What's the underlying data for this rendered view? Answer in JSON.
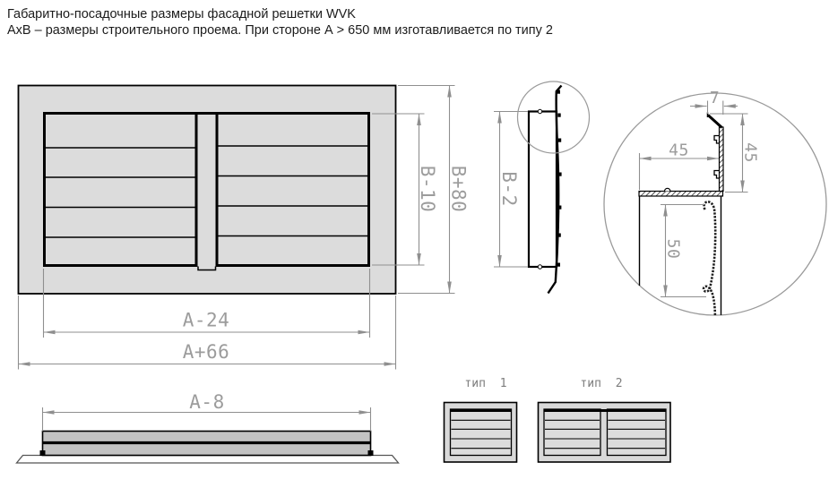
{
  "header": {
    "line1": "Габаритно-посадочные размеры фасадной решетки WVK",
    "line2": "АхВ – размеры строительного проема. При стороне А > 650 мм изготавливается по типу 2"
  },
  "front_view": {
    "dim_inner_width": "A-24",
    "dim_outer_width": "A+66",
    "dim_inner_height": "B-10",
    "dim_outer_height": "B+80"
  },
  "side_view": {
    "dim_height": "B-2"
  },
  "detail_view": {
    "dim_lip_width": "7",
    "dim_flange_depth": "45",
    "dim_frame_height": "45",
    "dim_louver_pitch": "50"
  },
  "bottom_view": {
    "dim_width": "A-8"
  },
  "type_variants": {
    "type1_label": "тип 1",
    "type2_label": "тип 2"
  },
  "colors": {
    "frame_fill": "#dcdcdc",
    "bar_fill": "#c3c3c3",
    "outline": "#000000",
    "dimension": "#9c9c9c",
    "detail_circle": "#9a9a9a"
  }
}
